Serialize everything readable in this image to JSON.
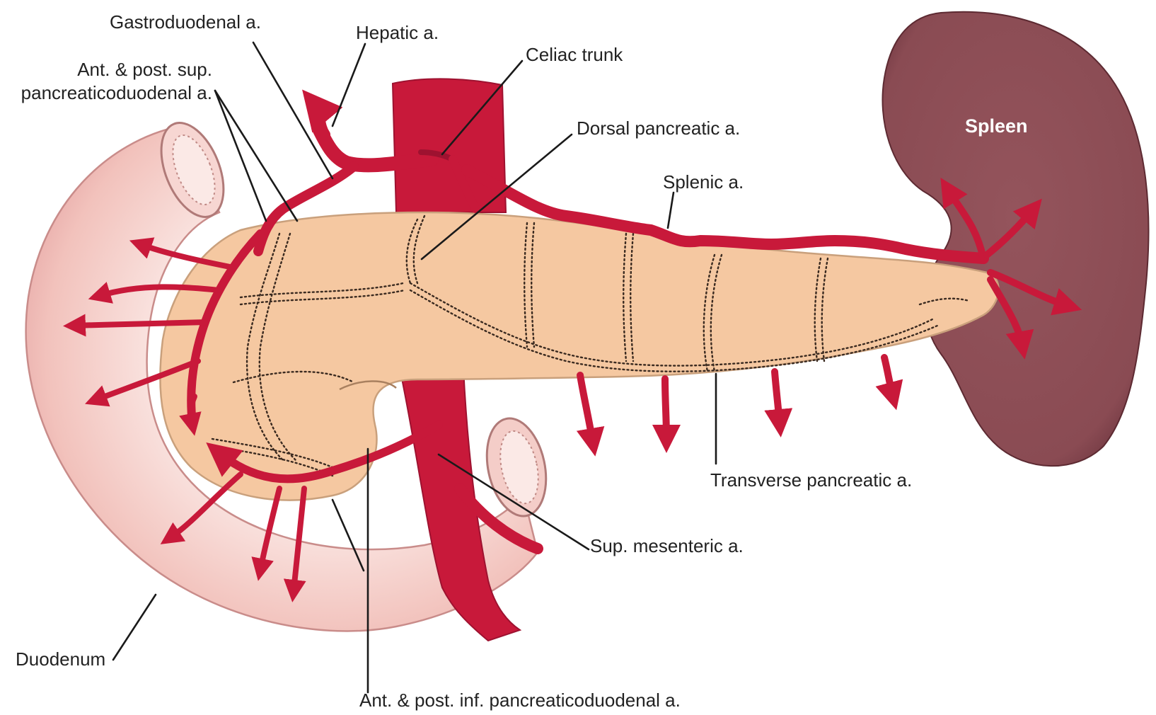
{
  "colors": {
    "artery": "#c8193a",
    "artery_dark": "#9e1230",
    "pancreas": "#f5c8a1",
    "pancreas_outline": "#c9a07c",
    "spleen": "#8b4d55",
    "duodenum": "#f2c2bc",
    "duodenum_shade": "#e3989a",
    "leader_line": "#1a1a1a"
  },
  "labels": {
    "gastroduodenal": "Gastroduodenal a.",
    "hepatic": "Hepatic a.",
    "celiac": "Celiac trunk",
    "sup_pd_line1": "Ant. & post. sup.",
    "sup_pd_line2": "pancreaticoduodenal a.",
    "dorsal_pancreatic": "Dorsal pancreatic a.",
    "splenic": "Splenic a.",
    "spleen": "Spleen",
    "transverse_pancreatic": "Transverse pancreatic a.",
    "sup_mesenteric": "Sup. mesenteric a.",
    "duodenum": "Duodenum",
    "inf_pd": "Ant. & post. inf. pancreaticoduodenal a."
  }
}
